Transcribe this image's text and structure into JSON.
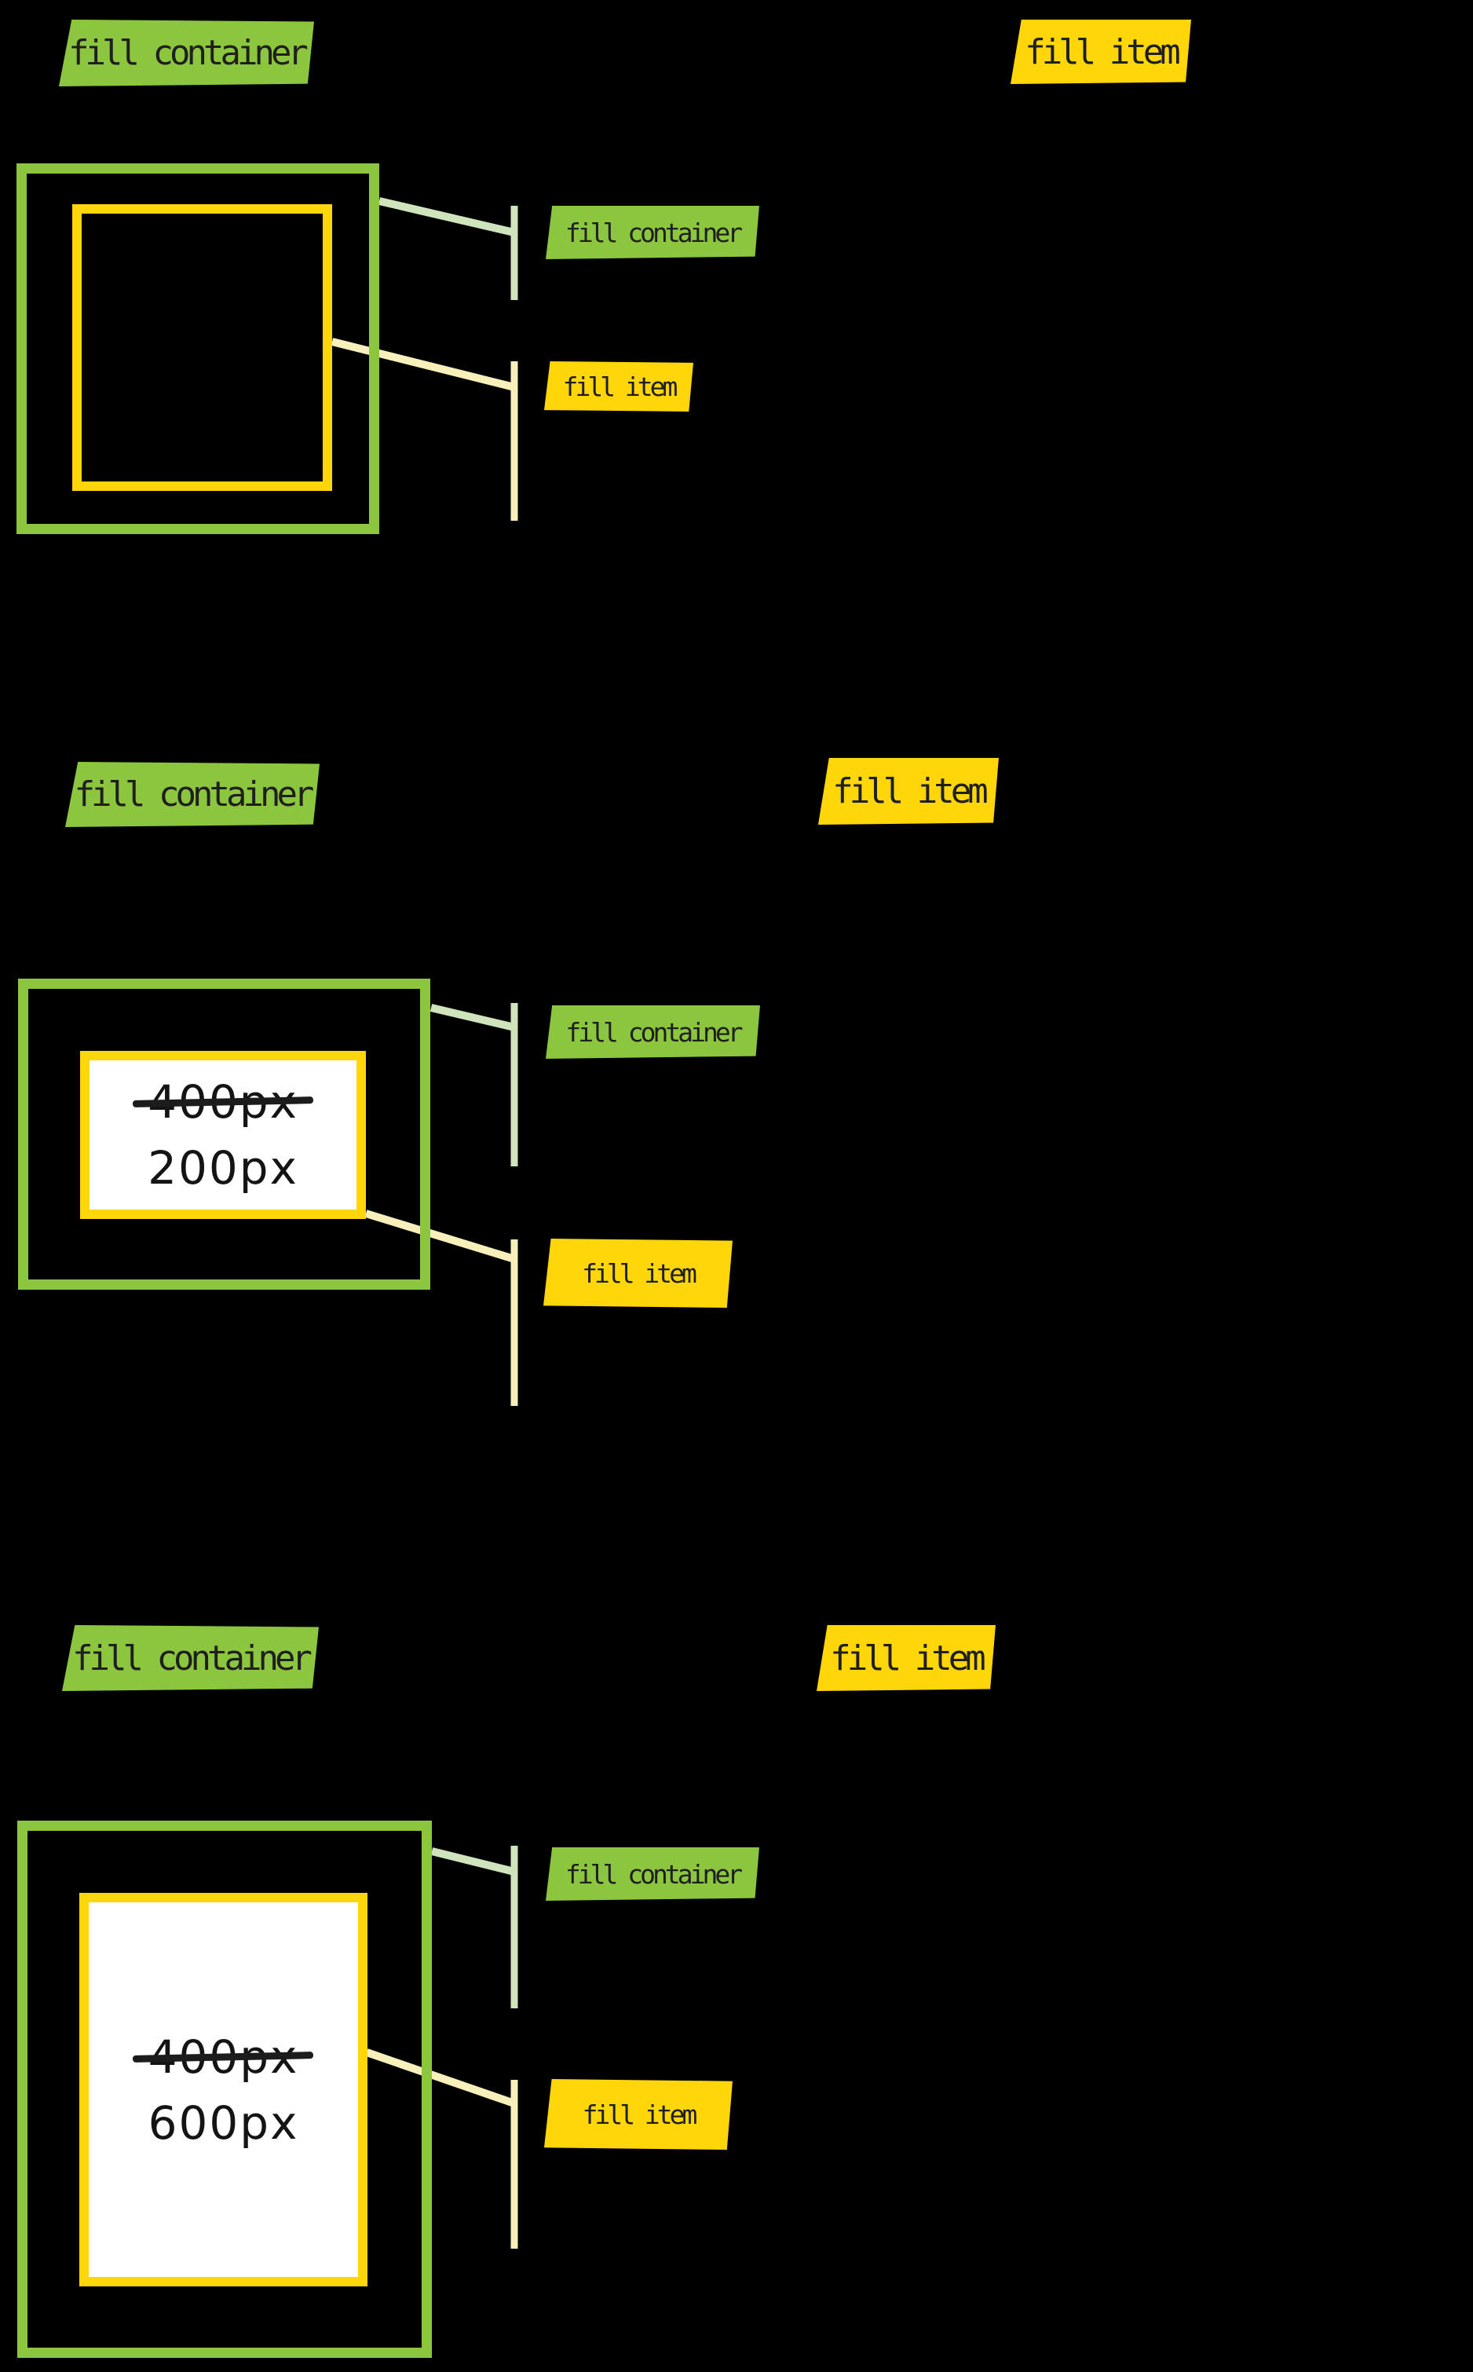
{
  "colors": {
    "background": "#000000",
    "green": "#8cc63e",
    "yellow": "#ffd60a",
    "pale_green": "#cfe3bd",
    "pale_yellow": "#f8f0bb",
    "white": "#ffffff",
    "text_dark": "#1f1f1f"
  },
  "sections": [
    {
      "container_heading": "fill container",
      "item_heading": "fill item",
      "container_callout": "fill container",
      "item_callout": "fill item"
    },
    {
      "container_heading": "fill container",
      "item_heading": "fill item",
      "container_callout": "fill container",
      "item_callout": "fill item",
      "size_crossed": "400px",
      "size_actual": "200px"
    },
    {
      "container_heading": "fill container",
      "item_heading": "fill item",
      "container_callout": "fill container",
      "item_callout": "fill item",
      "size_crossed": "400px",
      "size_actual": "600px"
    }
  ]
}
